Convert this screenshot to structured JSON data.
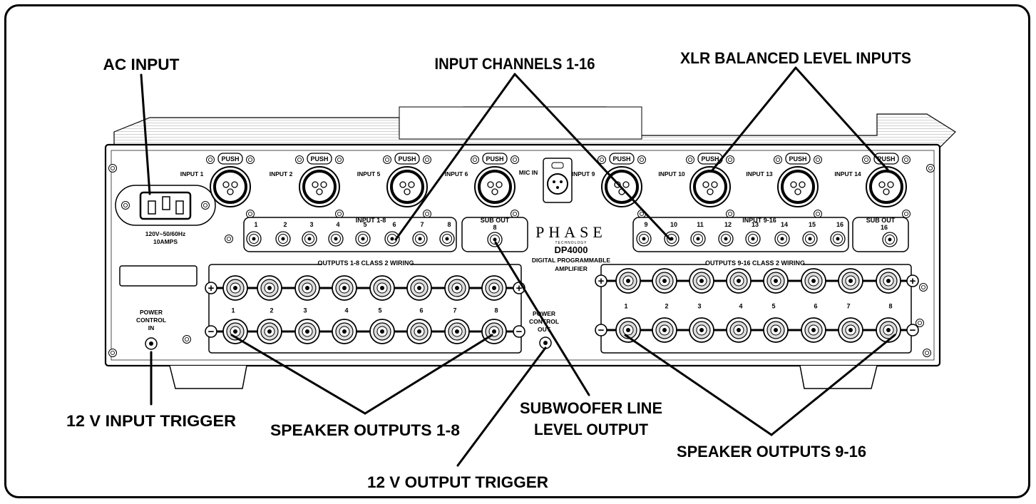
{
  "callouts": {
    "ac_input": "AC INPUT",
    "input_channels": "INPUT CHANNELS 1-16",
    "xlr_inputs": "XLR BALANCED LEVEL INPUTS",
    "input_trigger": "12 V INPUT TRIGGER",
    "speaker_outputs_1_8": "SPEAKER OUTPUTS 1-8",
    "output_trigger": "12 V OUTPUT TRIGGER",
    "subwoofer_line": "SUBWOOFER LINE",
    "subwoofer_level": "LEVEL OUTPUT",
    "speaker_outputs_9_16": "SPEAKER OUTPUTS 9-16"
  },
  "panel": {
    "push": "PUSH",
    "xlr_labels": [
      "INPUT 1",
      "INPUT 2",
      "INPUT 5",
      "INPUT 6",
      "INPUT 9",
      "INPUT 10",
      "INPUT 13",
      "INPUT 14"
    ],
    "mic_in": "MIC IN",
    "ac_rating_1": "120V~50/60Hz",
    "ac_rating_2": "10AMPS",
    "input_1_8": "INPUT 1-8",
    "input_9_16": "INPUT 9-16",
    "rca_left": [
      "1",
      "2",
      "3",
      "4",
      "5",
      "6",
      "7",
      "8"
    ],
    "rca_right": [
      "9",
      "10",
      "11",
      "12",
      "13",
      "14",
      "15",
      "16"
    ],
    "sub_out": "SUB OUT",
    "sub_out_left_num": "8",
    "sub_out_right_num": "16",
    "brand": "PHASE",
    "brand_sub": "TECHNOLOGY",
    "model": "DP4000",
    "desc_1": "DIGITAL PROGRAMMABLE",
    "desc_2": "AMPLIFIER",
    "outputs_left": "OUTPUTS 1-8 CLASS 2 WIRING",
    "outputs_right": "OUTPUTS 9-16 CLASS 2 WIRING",
    "out_nums_left": [
      "1",
      "2",
      "3",
      "4",
      "5",
      "6",
      "7",
      "8"
    ],
    "out_nums_right": [
      "1",
      "2",
      "3",
      "4",
      "5",
      "6",
      "7",
      "8"
    ],
    "power_in": [
      "POWER",
      "CONTROL",
      "IN"
    ],
    "power_out": [
      "POWER",
      "CONTROL",
      "OUT"
    ],
    "plus": "+",
    "minus": "−"
  }
}
